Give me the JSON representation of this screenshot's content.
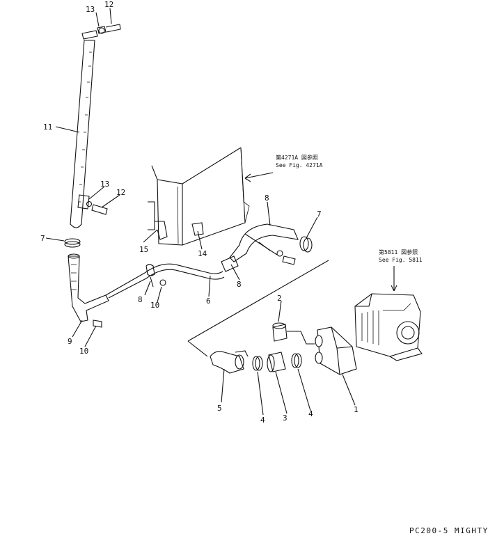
{
  "part_labels": {
    "p1": "1",
    "p2": "2",
    "p3": "3",
    "p4a": "4",
    "p4b": "4",
    "p5": "5",
    "p6": "6",
    "p7a": "7",
    "p7b": "7",
    "p8a": "8",
    "p8b": "8",
    "p8c": "8",
    "p9": "9",
    "p10a": "10",
    "p10b": "10",
    "p11": "11",
    "p12a": "12",
    "p12b": "12",
    "p13a": "13",
    "p13b": "13",
    "p14": "14",
    "p15": "15"
  },
  "references": {
    "radiator_jp": "第4271A 図参照",
    "radiator_en": "See Fig. 4271A",
    "blower_jp": "第5811 図参照",
    "blower_en": "See Fig. 5811"
  },
  "footer": "PC200-5 MIGHTY"
}
